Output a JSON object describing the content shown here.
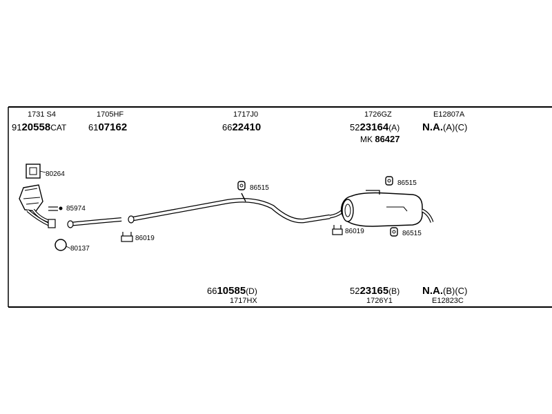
{
  "header_row": {
    "col1_code": "1731 S4",
    "col1_ref_prefix": "91",
    "col1_ref_main": "20558",
    "col1_ref_suffix": "CAT",
    "col2_code": "1705HF",
    "col2_ref_prefix": "61",
    "col2_ref_main": "07162",
    "col3_code": "1717J0",
    "col3_ref_prefix": "66",
    "col3_ref_main": "22410",
    "col4_code": "1726GZ",
    "col4_ref_prefix": "52",
    "col4_ref_main": "23164",
    "col4_ref_suffix": "(A)",
    "col4_mk_prefix": "MK",
    "col4_mk_number": "86427",
    "col5_code": "E12807A",
    "col5_na": "N.A.",
    "col5_na_suffix": "(A)(C)"
  },
  "footer_row": {
    "col3_ref_prefix": "66",
    "col3_ref_main": "10585",
    "col3_ref_suffix": "(D)",
    "col3_code": "1717HX",
    "col4_ref_prefix": "52",
    "col4_ref_main": "23165",
    "col4_ref_suffix": "(B)",
    "col4_code": "1726Y1",
    "col5_na": "N.A.",
    "col5_na_suffix": "(B)(C)",
    "col5_code": "E12823C"
  },
  "parts": {
    "gasket_square": "80264",
    "clamp_front": "85974",
    "ring": "80137",
    "hanger_1": "86019",
    "rubber_mid": "86515",
    "rubber_rear_top": "86515",
    "hanger_rear": "86019",
    "rubber_rear_bottom": "86515"
  }
}
